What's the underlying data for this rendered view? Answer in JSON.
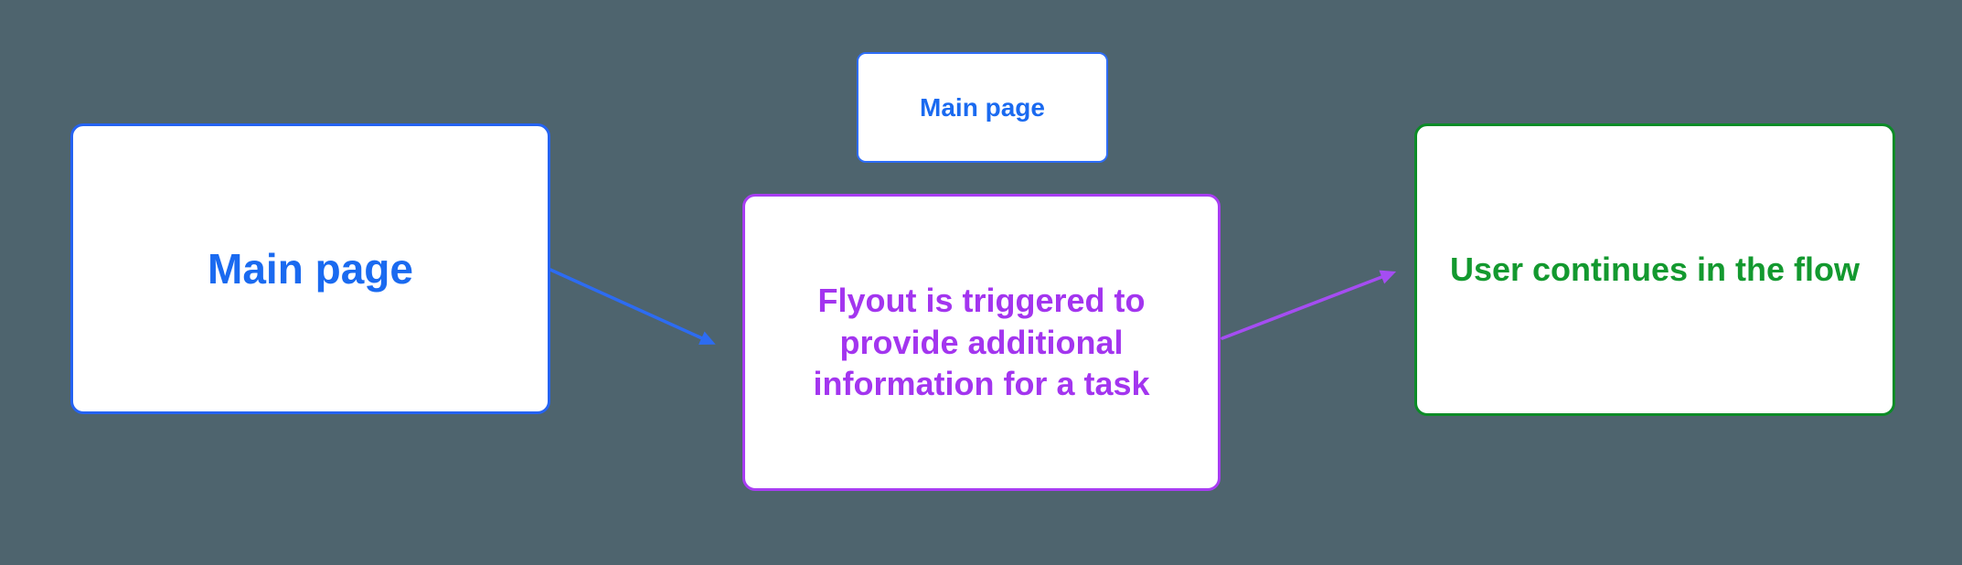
{
  "canvas": {
    "background": "#4e646e"
  },
  "nodes": {
    "main_page": {
      "label": "Main page",
      "text_color": "#1a6af0",
      "border_color": "#2563f2"
    },
    "main_page_small": {
      "label": "Main page",
      "text_color": "#1a6af0",
      "border_color": "#2e6df8"
    },
    "flyout": {
      "label": "Flyout is triggered to provide additional information for a task",
      "text_color": "#a335ef",
      "border_color": "#a83df2"
    },
    "user_flow": {
      "label": "User continues in the flow",
      "text_color": "#13992f",
      "border_color": "#0c8b27"
    }
  },
  "connectors": {
    "main_to_flyout": {
      "from": "main_page",
      "to": "flyout",
      "color": "#2d6cf2"
    },
    "flyout_to_user_flow": {
      "from": "flyout",
      "to": "user_flow",
      "color": "#a54df2"
    }
  }
}
